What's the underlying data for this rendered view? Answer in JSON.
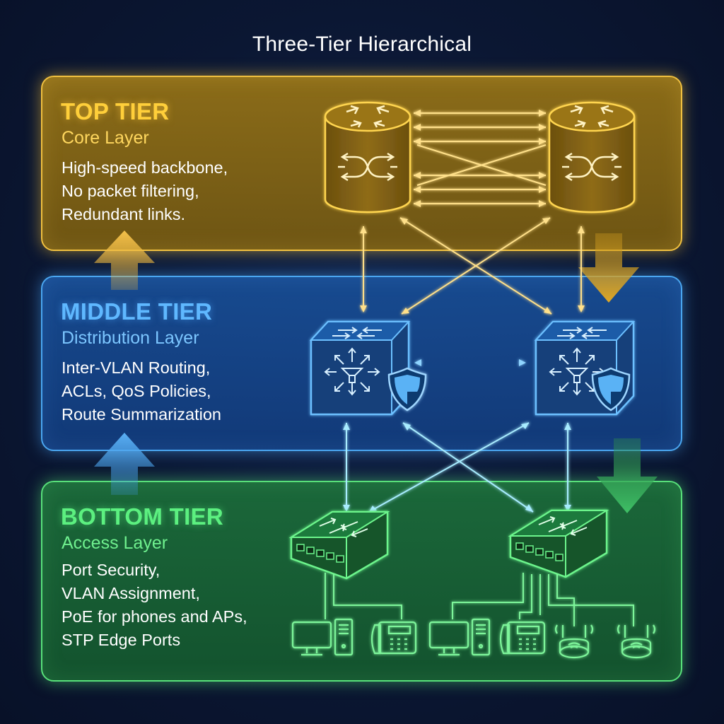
{
  "title": "Three-Tier Hierarchical",
  "colors": {
    "core": "#f0c040",
    "distribution": "#4aa6f0",
    "access": "#58e07a",
    "background": "#0b1733"
  },
  "tiers": {
    "top": {
      "name": "TOP TIER",
      "layer": "Core Layer",
      "lines": [
        "High-speed backbone,",
        "No packet filtering,",
        "Redundant links."
      ]
    },
    "middle": {
      "name": "MIDDLE TIER",
      "layer": "Distribution Layer",
      "lines": [
        "Inter-VLAN Routing,",
        "ACLs, QoS Policies,",
        "Route Summarization"
      ]
    },
    "bottom": {
      "name": "BOTTOM TIER",
      "layer": "Access Layer",
      "lines": [
        "Port Security,",
        "VLAN Assignment,",
        "PoE for phones and APs,",
        "STP Edge Ports"
      ]
    }
  },
  "devices": {
    "core": [
      "core-router-icon",
      "core-router-icon"
    ],
    "distribution": [
      "multilayer-switch-icon",
      "multilayer-switch-icon"
    ],
    "access": [
      "access-switch-icon",
      "access-switch-icon"
    ],
    "endpoints": [
      "desktop-computer-icon",
      "ip-phone-icon",
      "desktop-computer-icon",
      "ip-phone-icon",
      "wireless-access-point-icon",
      "wireless-access-point-icon"
    ]
  }
}
